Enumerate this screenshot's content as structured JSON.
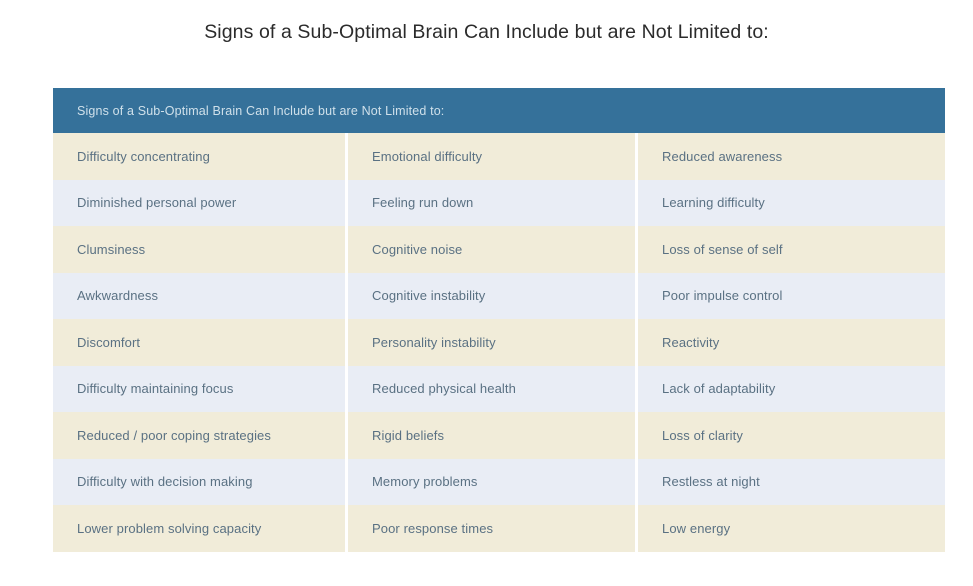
{
  "page": {
    "background_color": "#ffffff",
    "title": "Signs of a Sub-Optimal Brain Can Include but are Not Limited to:"
  },
  "table": {
    "header_label": "Signs of a Sub-Optimal Brain Can Include but are Not Limited to:",
    "header_background_color": "#35719a",
    "header_text_color": "#cfe0ea",
    "row_color_odd": "#f1ecd9",
    "row_color_even": "#e9edf5",
    "cell_text_color": "#5a7183",
    "column_count": 3,
    "rows": [
      [
        "Difficulty concentrating",
        "Emotional difficulty",
        "Reduced awareness"
      ],
      [
        "Diminished personal power",
        "Feeling run down",
        "Learning difficulty"
      ],
      [
        "Clumsiness",
        "Cognitive noise",
        "Loss of sense of self"
      ],
      [
        "Awkwardness",
        "Cognitive instability",
        "Poor impulse control"
      ],
      [
        "Discomfort",
        "Personality instability",
        "Reactivity"
      ],
      [
        "Difficulty maintaining focus",
        "Reduced physical health",
        "Lack of adaptability"
      ],
      [
        "Reduced / poor coping strategies",
        "Rigid beliefs",
        "Loss of clarity"
      ],
      [
        "Difficulty with decision making",
        "Memory problems",
        "Restless at night"
      ],
      [
        "Lower problem solving capacity",
        "Poor response times",
        "Low energy"
      ]
    ]
  }
}
